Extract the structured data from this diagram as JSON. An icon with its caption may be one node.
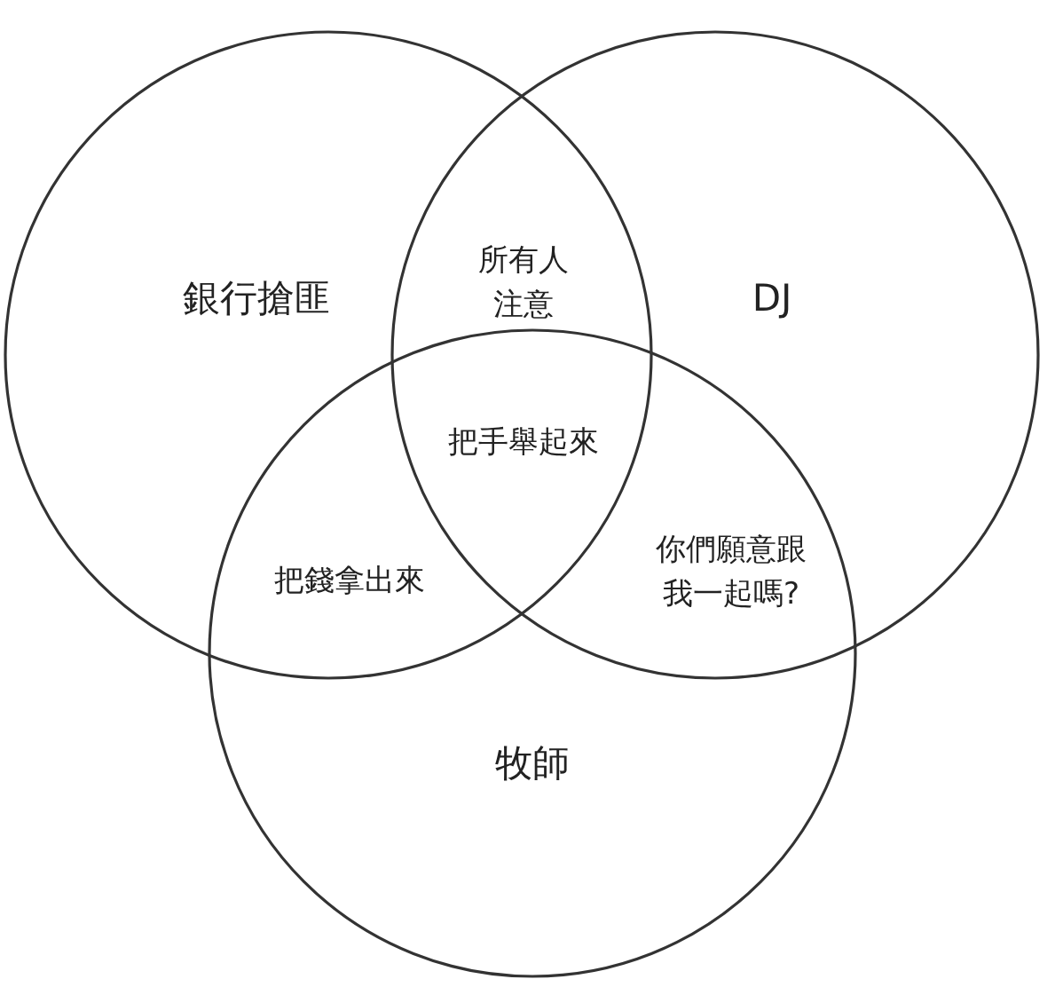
{
  "diagram": {
    "nodes": [
      {
        "text": [
          "銀行搶匪"
        ]
      },
      {
        "text": [
          "DJ"
        ]
      },
      {
        "text": [
          "牧師"
        ]
      }
    ],
    "labels": [
      "所有人注意",
      "把手舉起來",
      "把錢拿出來",
      "你們願意跟我一起嗎?"
    ]
  }
}
